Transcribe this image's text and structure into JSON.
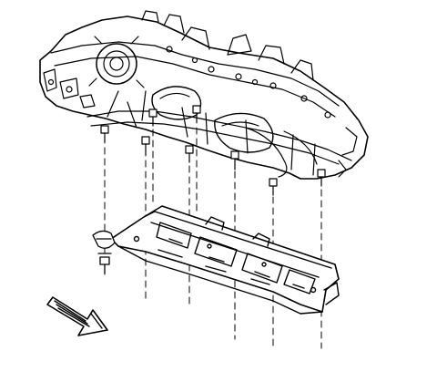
{
  "figure": {
    "kind": "exploded-view line illustration",
    "components": [
      "engine-block",
      "oil-pan-baffle",
      "mounting-bolts",
      "bolt-alignment-lines",
      "fastener-clip",
      "view-direction-arrow"
    ],
    "bolt_count": 8,
    "colors": {
      "ink": "#000000",
      "background": "#ffffff"
    }
  }
}
